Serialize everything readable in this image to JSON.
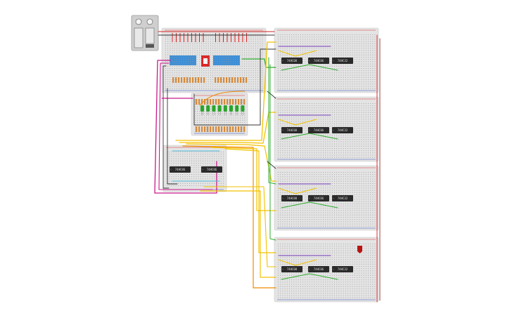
{
  "colors": {
    "board": "#e4e4e4",
    "board_rail_red": "#e03030",
    "board_rail_blue": "#3050c0",
    "chip": "#2a2a2a",
    "dip_switch": "#3d8fd8",
    "resistor": "#d68a3a",
    "led_red": "#e02020",
    "led_green": "#2aa52a",
    "wire_yellow": "#f2c200",
    "wire_orange": "#f08a00",
    "wire_green": "#2fae2f",
    "wire_purple": "#7a3fc0",
    "wire_magenta": "#c8198a",
    "wire_cyan": "#48b8d8",
    "wire_black": "#333333",
    "wire_red": "#d02020",
    "wire_white": "#e8e8e8"
  },
  "power_supply": {
    "icon": "battery-pack-icon"
  },
  "chips": [
    {
      "id": "chip-row1-a",
      "label": "74HC08"
    },
    {
      "id": "chip-row1-b",
      "label": "74HC86"
    },
    {
      "id": "chip-row1-c",
      "label": "74HC32"
    },
    {
      "id": "chip-row2-a",
      "label": "74HC08"
    },
    {
      "id": "chip-row2-b",
      "label": "74HC86"
    },
    {
      "id": "chip-row2-c",
      "label": "74HC32"
    },
    {
      "id": "chip-row3-a",
      "label": "74HC08"
    },
    {
      "id": "chip-row3-b",
      "label": "74HC86"
    },
    {
      "id": "chip-row3-c",
      "label": "74HC32"
    },
    {
      "id": "chip-row4-a",
      "label": "74HC08"
    },
    {
      "id": "chip-row4-b",
      "label": "74HC86"
    },
    {
      "id": "chip-row4-c",
      "label": "74HC32"
    },
    {
      "id": "chip-left-a",
      "label": "74HC86"
    },
    {
      "id": "chip-left-b",
      "label": "74HC86"
    }
  ],
  "inputs": {
    "dip_switches": 2,
    "pushbutton": 1
  },
  "outputs": {
    "green_leds": 8,
    "red_leds": 1
  }
}
